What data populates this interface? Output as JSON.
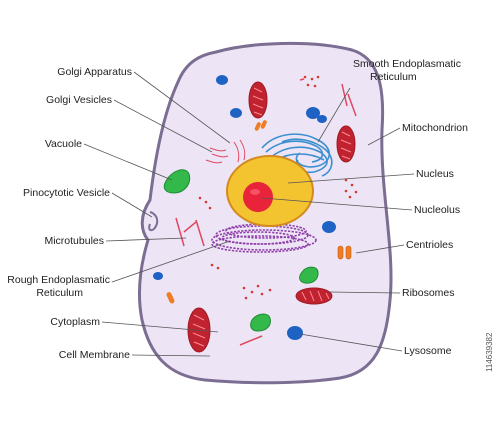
{
  "colors": {
    "cell_fill": "#ede4f5",
    "membrane": "#7b6e92",
    "nucleus": "#f4c430",
    "nucleolus": "#e8233a",
    "mitochondrion": "#c0232f",
    "golgi_apparatus": "#3a8fcf",
    "rough_er": "#8e3fa9",
    "vacuole": "#33b84a",
    "lysosome": "#1e63c4",
    "centrioles": "#f07c24",
    "microtubules": "#e04860",
    "ribosomes": "#d23a30",
    "leader_line": "#555555"
  },
  "labels": {
    "golgi_apparatus": "Golgi Apparatus",
    "golgi_vesicles": "Golgi Vesicles",
    "vacuole": "Vacuole",
    "pinocytotic_vesicle": "Pinocytotic Vesicle",
    "microtubules": "Microtubules",
    "rough_er_line1": "Rough Endoplasmatic",
    "rough_er_line2": "Reticulum",
    "cytoplasm": "Cytoplasm",
    "cell_membrane": "Cell Membrane",
    "smooth_er_line1": "Smooth Endoplasmatic",
    "smooth_er_line2": "Reticulum",
    "mitochondrion": "Mitochondrion",
    "nucleus": "Nucleus",
    "nucleolus": "Nucleolus",
    "centrioles": "Centrioles",
    "ribosomes": "Ribosomes",
    "lysosome": "Lysosome"
  },
  "watermark": {
    "id": "114639382"
  }
}
